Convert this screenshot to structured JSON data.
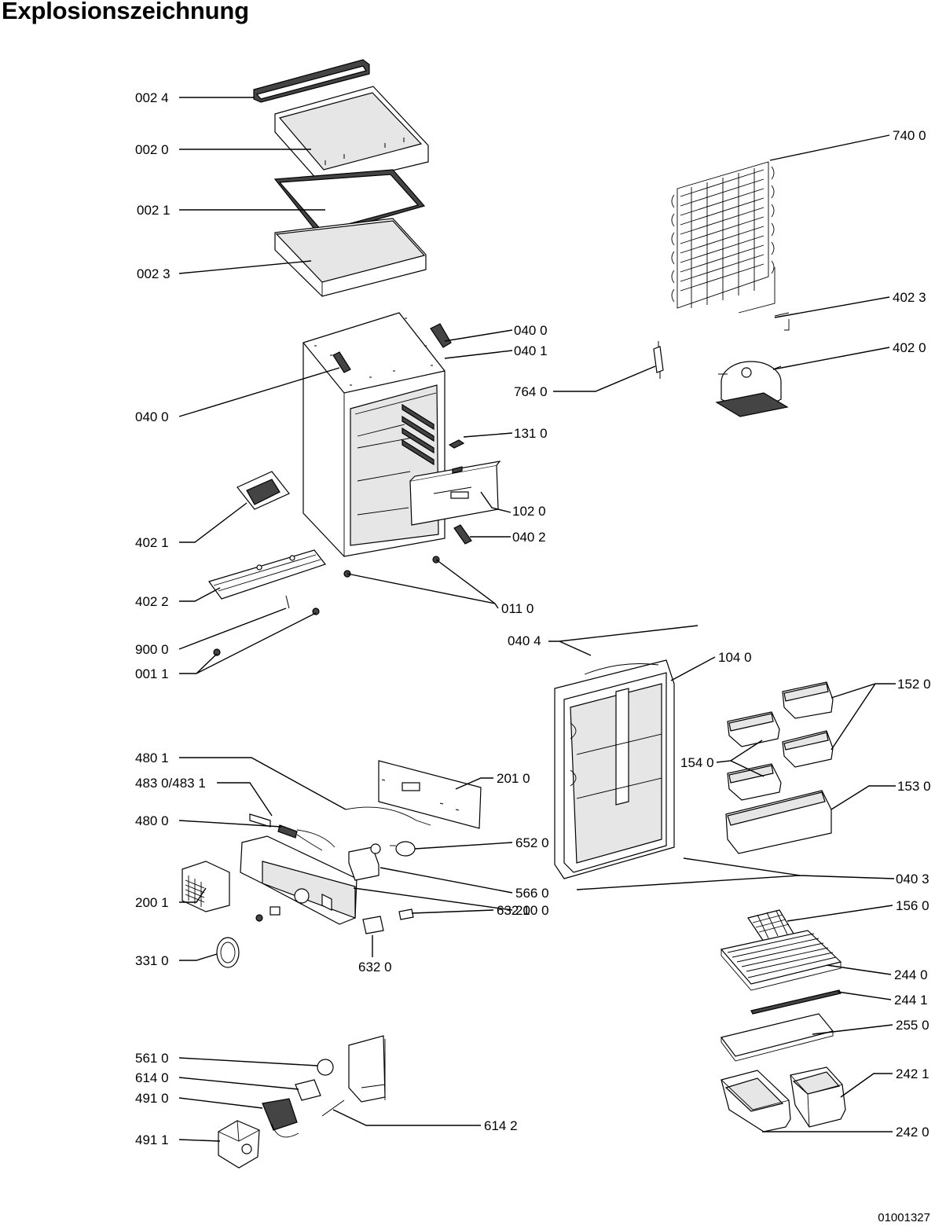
{
  "title": "Explosionszeichnung",
  "document_number": "01001327",
  "labels": {
    "l0024": "002 4",
    "l0020": "002 0",
    "l0021": "002 1",
    "l0023": "002 3",
    "l0400a": "040 0",
    "l0400b": "040 0",
    "l0401": "040 1",
    "l1310": "131 0",
    "l1020": "102 0",
    "l0402": "040 2",
    "l4021": "402 1",
    "l4022": "402 2",
    "l0110": "011 0",
    "l9000": "900 0",
    "l0011": "001 1",
    "l7400": "740 0",
    "l4023": "402 3",
    "l4020": "402 0",
    "l7640": "764 0",
    "l0404": "040 4",
    "l1040": "104 0",
    "l1520": "152 0",
    "l1540": "154 0",
    "l1530": "153 0",
    "l0403": "040 3",
    "l4801": "480 1",
    "l4830": "483 0/483 1",
    "l4800": "480 0",
    "l2010": "201 0",
    "l6520": "652 0",
    "l5660": "566 0",
    "l2000": "200 0",
    "l2001": "200 1",
    "l3310": "331 0",
    "l6320": "632 0",
    "l6321": "632 1",
    "l5610": "561 0",
    "l6140": "614 0",
    "l4910": "491 0",
    "l4911": "491 1",
    "l6142": "614 2",
    "l1560": "156 0",
    "l2440": "244 0",
    "l2441": "244 1",
    "l2550": "255 0",
    "l2421": "242 1",
    "l2420": "242 0"
  }
}
